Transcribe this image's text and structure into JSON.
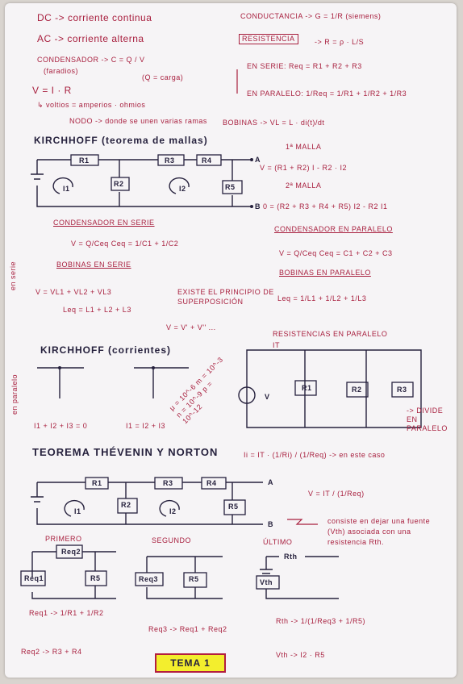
{
  "top_left": {
    "dc": "DC -> corriente continua",
    "ac": "AC -> corriente alterna",
    "cond": "CONDENSADOR -> C = Q / V",
    "faradios": "(faradios)",
    "carga": "(Q = carga)",
    "ohm": "V = I · R",
    "units": "↳ voltios = amperios · ohmios",
    "nodo": "NODO -> donde se unen varias ramas",
    "bobinas": "BOBINAS -> VL = L · di(t)/dt"
  },
  "top_right": {
    "conductancia": "CONDUCTANCIA -> G = 1/R (siemens)",
    "resistencia": "RESISTENCIA",
    "resist_formula": "-> R = ρ · L/S",
    "serie": "EN SERIE: Req = R1 + R2 + R3",
    "paralelo": "EN PARALELO: 1/Req = 1/R1 + 1/R2 + 1/R3"
  },
  "kirchhoff1": {
    "title": "KIRCHHOFF (teorema de mallas)",
    "malla1": "1ª MALLA",
    "eq1": "V = (R1 + R2) I - R2 · I2",
    "malla2": "2ª MALLA",
    "eq2": "0 = (R2 + R3 + R4 + R5) I2 - R2 I1"
  },
  "mid": {
    "cond_serie": "CONDENSADOR EN SERIE",
    "cond_serie_f": "V = Q/Ceq    Ceq = 1/C1 + 1/C2",
    "cond_par": "CONDENSADOR EN PARALELO",
    "cond_par_f": "V = Q/Ceq    Ceq = C1 + C2 + C3",
    "bob_serie": "BOBINAS EN SERIE",
    "bob_par": "BOBINAS EN PARALELO",
    "vl_sum": "V = VL1 + VL2 + VL3",
    "leq_sum": "Leq = L1 + L2 + L3",
    "super": "EXISTE EL PRINCIPIO DE SUPERPOSICIÓN",
    "super_f": "V = V' + V'' ...",
    "leq_par": "Leq = 1/L1 + 1/L2 + 1/L3",
    "side_serie": "en serie",
    "side_par": "en paralelo"
  },
  "kirchhoff2": {
    "title": "KIRCHHOFF (corrientes)",
    "eq_a": "I1 + I2 + I3 = 0",
    "eq_b": "I1 = I2 + I3",
    "prefixes": "μ = 10^-6   m = 10^-3   n = 10^-9   p = 10^-12",
    "res_par": "RESISTENCIAS EN PARALELO",
    "it": "IT",
    "div": "-> DIVIDE EN PARALELO",
    "ii": "Ii = IT · (1/Ri) / (1/Req) -> en este caso",
    "v_it": "V = IT / (1/Req)"
  },
  "thevenin": {
    "title": "TEOREMA THÉVENIN Y NORTON",
    "desc": "consiste en dejar una fuente (Vth) asociada con una resistencia Rth.",
    "primero": "PRIMERO",
    "segundo": "SEGUNDO",
    "ultimo": "ÚLTIMO",
    "req1": "Req1 -> 1/R1 + 1/R2",
    "req2": "Req2 -> R3 + R4",
    "req3": "Req3 -> Req1 + Req2",
    "rth": "Rth -> 1/(1/Req3 + 1/R5)",
    "vth": "Vth -> I2 · R5"
  },
  "tema": "TEMA 1"
}
